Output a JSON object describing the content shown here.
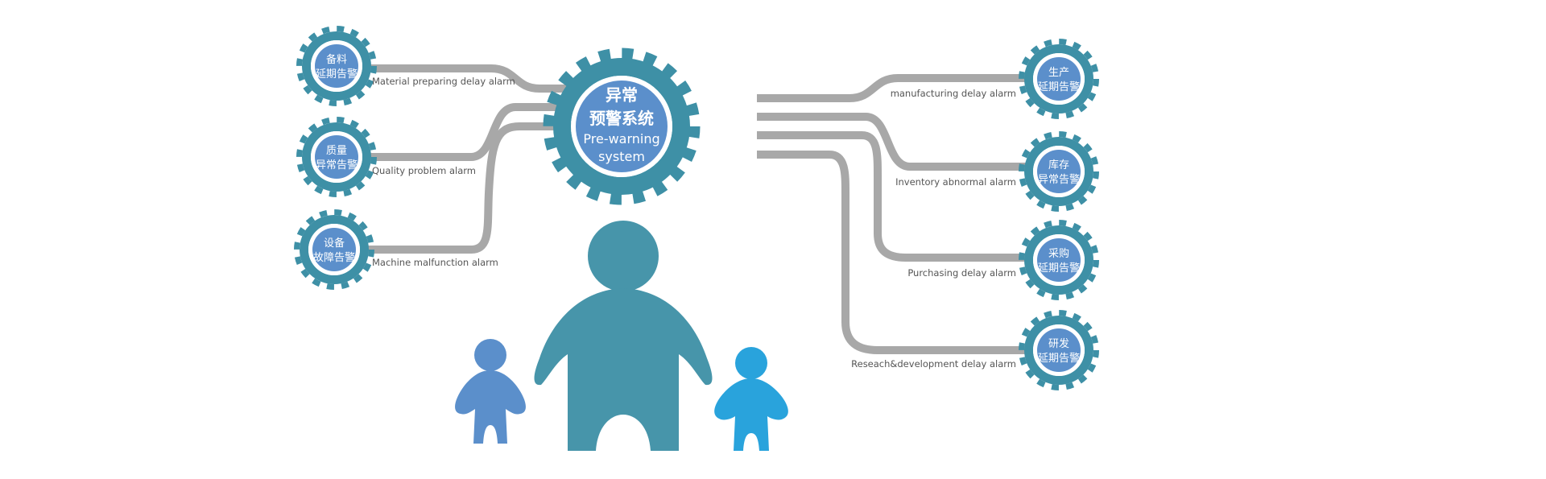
{
  "colors": {
    "teal": "#3e90a6",
    "blue": "#5b8fcb",
    "line": "#a8a8a8",
    "person_main": "#4795aa",
    "person_left": "#5b8fcb",
    "person_right": "#29a3dc"
  },
  "center": {
    "line1": "异常",
    "line2": "预警系统",
    "line3": "Pre-warning",
    "line4": "system"
  },
  "left_nodes": [
    {
      "line1": "备料",
      "line2": "延期告警",
      "label": "Material preparing delay alarm"
    },
    {
      "line1": "质量",
      "line2": "异常告警",
      "label": "Quality problem alarm"
    },
    {
      "line1": "设备",
      "line2": "故障告警",
      "label": "Machine malfunction alarm"
    }
  ],
  "right_nodes": [
    {
      "line1": "生产",
      "line2": "延期告警",
      "label": "manufacturing delay alarm"
    },
    {
      "line1": "库存",
      "line2": "异常告警",
      "label": "Inventory abnormal alarm"
    },
    {
      "line1": "采购",
      "line2": "延期告警",
      "label": "Purchasing delay alarm"
    },
    {
      "line1": "研发",
      "line2": "延期告警",
      "label": "Reseach&development delay alarm"
    }
  ]
}
